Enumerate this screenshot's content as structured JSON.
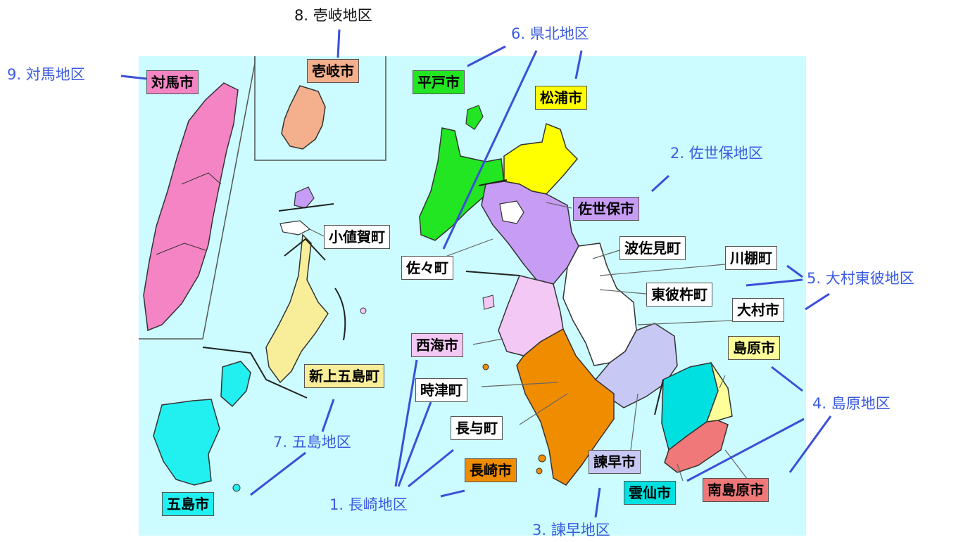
{
  "regions": {
    "r1": "1. 長崎地区",
    "r2": "2. 佐世保地区",
    "r3": "3. 諫早地区",
    "r4": "4. 島原地区",
    "r5": "5. 大村東彼地区",
    "r6": "6. 県北地区",
    "r7": "7. 五島地区",
    "r8": "8. 壱岐地区",
    "r9": "9. 対馬地区"
  },
  "municipalities": {
    "tsushima": "対馬市",
    "iki": "壱岐市",
    "hirado": "平戸市",
    "matsuura": "松浦市",
    "sasebo": "佐世保市",
    "ojika": "小値賀町",
    "saza": "佐々町",
    "hasami": "波佐見町",
    "kawatana": "川棚町",
    "higashisonogi": "東彼杵町",
    "omura": "大村市",
    "saikai": "西海市",
    "shimabara": "島原市",
    "shinkamigoto": "新上五島町",
    "togitsu": "時津町",
    "nagayo": "長与町",
    "nagasaki": "長崎市",
    "isahaya": "諫早市",
    "unzen": "雲仙市",
    "minamishimabara": "南島原市",
    "goto": "五島市"
  },
  "colors": {
    "sea": "#ccfcff",
    "tsushima": "#f484c4",
    "iki": "#f4b08c",
    "hirado": "#22e622",
    "matsuura": "#ffff00",
    "sasebo": "#c79cf4",
    "goto_north": "#f8ee9a",
    "goto_city": "#22f0f0",
    "saikai": "#f4c8f4",
    "nagasaki": "#f08c00",
    "omura_area": "#ffffff",
    "isahaya": "#c8c8f4",
    "unzen": "#00e0e0",
    "shimabara": "#ffff99",
    "minamishimabara": "#f07878",
    "region_label": "#3b5be0",
    "leader": "#3b4fd8"
  }
}
